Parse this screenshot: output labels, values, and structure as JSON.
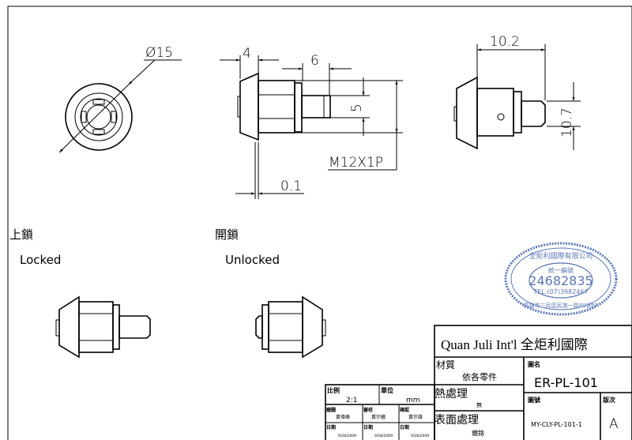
{
  "views": {
    "front": {
      "diameter_label": "Ø15"
    },
    "side": {
      "dim_head": "4",
      "dim_pin": "6",
      "dim_pin_dia": "5",
      "dim_gap": "0.1",
      "thread": "M12X1P"
    },
    "right": {
      "dim_length": "10.2",
      "dim_height": "10.7"
    }
  },
  "states": {
    "locked": {
      "label_zh": "上鎖",
      "label_en": "Locked"
    },
    "unlocked": {
      "label_zh": "開鎖",
      "label_en": "Unlocked"
    }
  },
  "stamp": {
    "company": "全炬利國際有限公司",
    "id_label": "統一編號",
    "id_number": "24682835",
    "tel": "TEL:(07)3982467",
    "address": "高雄市三民區民族一路80號6F"
  },
  "title_block": {
    "company": "Quan Juli Int'l 全炬利國際",
    "material_label": "材質",
    "material_value": "依各零件",
    "heat_label": "熱處理",
    "heat_value": "無",
    "surface_label": "表面處理",
    "surface_value": "鍍鉻",
    "drawing_name_label": "圖名",
    "drawing_name": "ER-PL-101",
    "drawing_no_label": "圖號",
    "drawing_no": "MY-CLY-PL-101-1",
    "revision_label": "版次",
    "revision": "A",
    "scale_label": "比例",
    "scale": "2:1",
    "unit_label": "單位",
    "unit": "mm",
    "drawn_label": "繪圖",
    "drawn_by": "黃偉峰",
    "checked_label": "審校",
    "checked_by": "黃宗檣",
    "approved_label": "確認",
    "approved_by": "黃宗雄",
    "date_label": "日期",
    "date_drawn": "9/28/2009",
    "date_checked": "9/28/2009",
    "date_approved": "9/28/2009"
  }
}
